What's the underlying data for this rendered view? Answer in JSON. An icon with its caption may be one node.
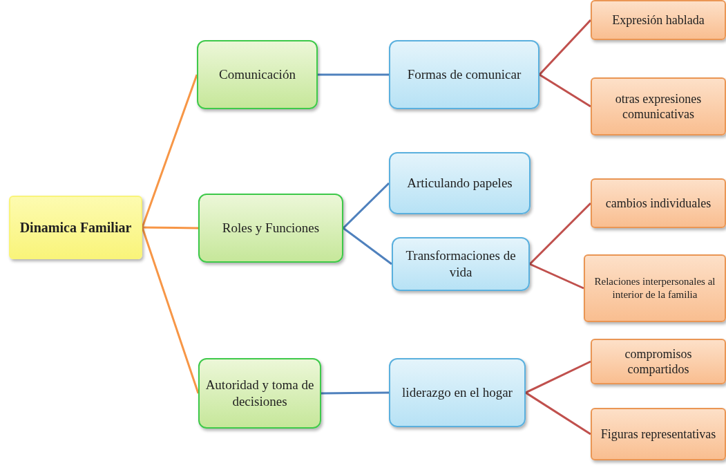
{
  "diagram": {
    "nodes": [
      {
        "text": [
          "Dinamica Familiar"
        ]
      },
      {
        "text": [
          "Comunicación"
        ]
      },
      {
        "text": [
          "Roles y Funciones"
        ]
      },
      {
        "text": [
          "Autoridad y toma de decisiones"
        ]
      },
      {
        "text": [
          "Formas de comunicar"
        ]
      },
      {
        "text": [
          "Articulando papeles"
        ]
      },
      {
        "text": [
          "Transformaciones de vida"
        ]
      },
      {
        "text": [
          "liderazgo en el hogar"
        ]
      },
      {
        "text": [
          "Expresión hablada"
        ]
      },
      {
        "text": [
          "otras expresiones comunicativas"
        ]
      },
      {
        "text": [
          "cambios individuales"
        ]
      },
      {
        "text": [
          "Relaciones interpersonales al interior de la familia"
        ]
      },
      {
        "text": [
          "compromisos compartidos"
        ]
      },
      {
        "text": [
          "Figuras representativas"
        ]
      }
    ],
    "edges": [
      {
        "from": 0,
        "to": 1,
        "arrow": "none",
        "color": "#f79646"
      },
      {
        "from": 0,
        "to": 2,
        "arrow": "none",
        "color": "#f79646"
      },
      {
        "from": 0,
        "to": 3,
        "arrow": "none",
        "color": "#f79646"
      },
      {
        "from": 1,
        "to": 4,
        "arrow": "none",
        "color": "#4f81bd"
      },
      {
        "from": 2,
        "to": 5,
        "arrow": "none",
        "color": "#4f81bd"
      },
      {
        "from": 2,
        "to": 6,
        "arrow": "none",
        "color": "#4f81bd"
      },
      {
        "from": 3,
        "to": 7,
        "arrow": "none",
        "color": "#4f81bd"
      },
      {
        "from": 4,
        "to": 8,
        "arrow": "none"
      },
      {
        "from": 4,
        "to": 9,
        "arrow": "none"
      },
      {
        "from": 6,
        "to": 10,
        "arrow": "none"
      },
      {
        "from": 6,
        "to": 11,
        "arrow": "none"
      },
      {
        "from": 7,
        "to": 12,
        "arrow": "none"
      },
      {
        "from": 7,
        "to": 13,
        "arrow": "none"
      }
    ]
  }
}
